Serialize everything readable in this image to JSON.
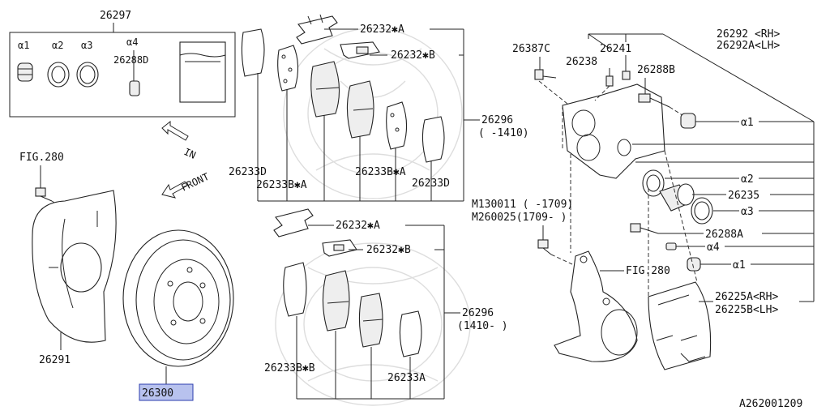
{
  "colors": {
    "highlight_fill": "#b8c2ee",
    "highlight_stroke": "#2b3cae",
    "line": "#222222"
  },
  "labels": {
    "kit_26297": "26297",
    "a1_top": "α1",
    "a2_top": "α2",
    "a3_top": "α3",
    "a4_top": "α4",
    "p26288D": "26288D",
    "p26232A_1": "26232✱A",
    "p26232B_1": "26232✱B",
    "p26296_1": "26296",
    "p26296_1_range": "( -1410)",
    "p26233D_1": "26233D",
    "p26233BA_1": "26233B✱A",
    "p26233BA_2": "26233B✱A",
    "p26233D_2": "26233D",
    "fig280_1": "FIG.280",
    "dir_in": "IN",
    "dir_front": "FRONT",
    "m130011": "M130011 ( -1709)",
    "m260025": "M260025(1709- )",
    "p26232A_2": "26232✱A",
    "p26232B_2": "26232✱B",
    "p26296_2": "26296",
    "p26296_2_range": "(1410- )",
    "p26233BB": "26233B✱B",
    "p26233A": "26233A",
    "p26291": "26291",
    "p26300": "26300",
    "p26387C": "26387C",
    "p26241": "26241",
    "p26238": "26238",
    "p26288B": "26288B",
    "p26292_rh": "26292 <RH>",
    "p26292A_lh": "26292A<LH>",
    "a1_right_1": "α1",
    "a2_right": "α2",
    "p26235": "26235",
    "a3_right": "α3",
    "p26288A": "26288A",
    "a4_right": "α4",
    "a1_right_2": "α1",
    "fig280_2": "FIG.280",
    "p26225A_rh": "26225A<RH>",
    "p26225B_lh": "26225B<LH>",
    "diagram_id": "A262001209"
  }
}
